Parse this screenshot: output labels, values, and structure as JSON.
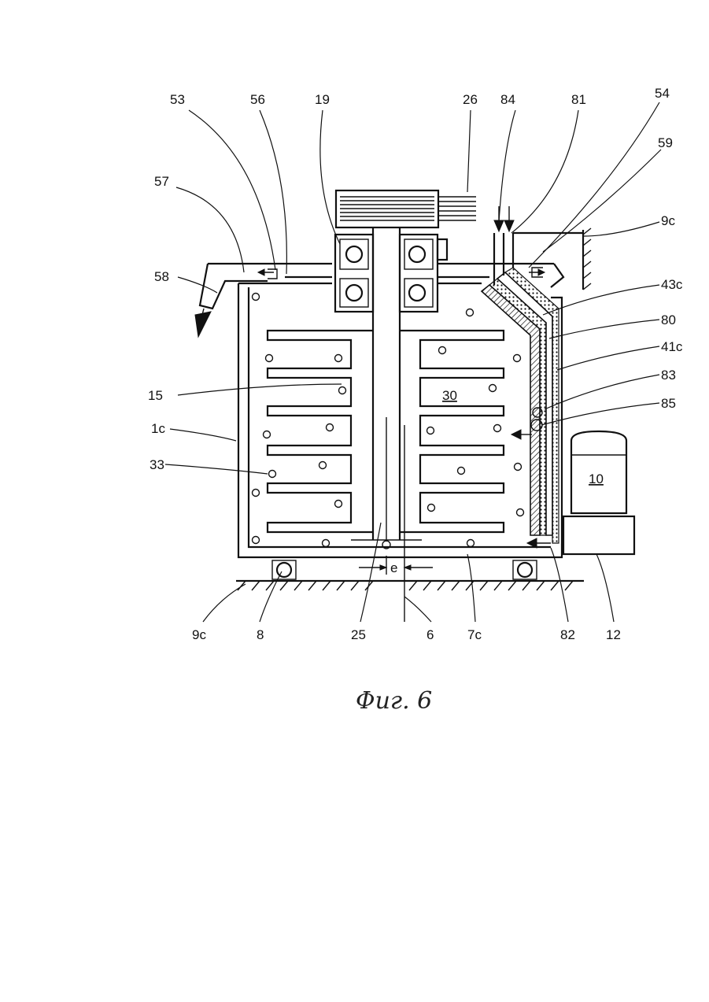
{
  "labels": {
    "l53": "53",
    "l56": "56",
    "l19": "19",
    "l26": "26",
    "l84": "84",
    "l81": "81",
    "l54": "54",
    "l59": "59",
    "l57": "57",
    "l9c_top": "9c",
    "l58": "58",
    "l43c": "43c",
    "l80": "80",
    "l41c": "41c",
    "l83": "83",
    "l15": "15",
    "l85": "85",
    "l1c": "1c",
    "l30": "30",
    "l33": "33",
    "l10": "10",
    "le": "e",
    "l9c_bot": "9c",
    "l8": "8",
    "l25": "25",
    "l6": "6",
    "l7c": "7c",
    "l82": "82",
    "l12": "12"
  },
  "caption": "Φиг. 6"
}
